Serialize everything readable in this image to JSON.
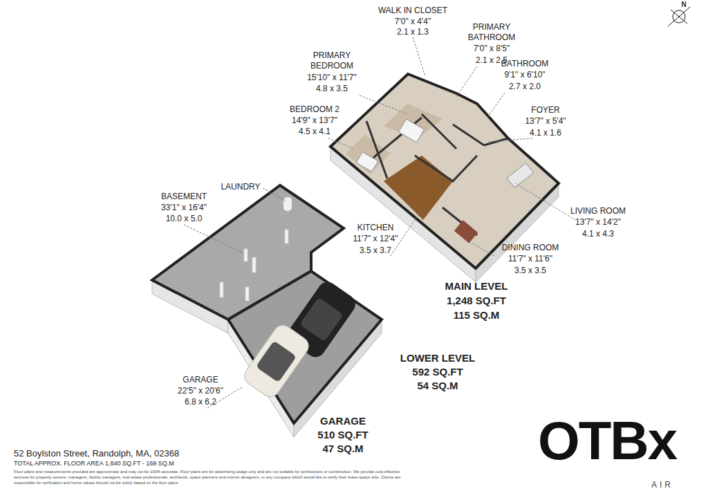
{
  "diagram": {
    "labels": [
      "WALK IN CLOSET",
      "7'0\" x 4'4\"",
      "2.1 x 1.3",
      "PRIMARY BATHROOM",
      "7'0\" x 8'5\"",
      "2.1 x 2.5",
      "PRIMARY BEDROOM",
      "15'10\" x 11'7\"",
      "4.8 x 3.5",
      "BATHROOM",
      "9'1\" x 6'10\"",
      "2.7 x 2.0",
      "BEDROOM 2",
      "14'9\" x 13'7\"",
      "4.5 x 4.1",
      "FOYER",
      "13'7\" x 5'4\"",
      "4.1 x 1.6",
      "BASEMENT",
      "33'1\" x 16'4\"",
      "10.0 x 5.0",
      "LAUNDRY",
      "KITCHEN",
      "11'7\" x 12'4\"",
      "3.5 x 3.7",
      "LIVING ROOM",
      "13'7\" x 14'2\"",
      "4.1 x 4.3",
      "DINING ROOM",
      "11'7\" x 11'6\"",
      "3.5 x 3.5",
      "MAIN LEVEL",
      "1,248 SQ.FT",
      "115 SQ.M",
      "LOWER LEVEL",
      "592 SQ.FT",
      "54 SQ.M",
      "GARAGE",
      "22'5\" x 20'6\"",
      "6.8 x 6.2",
      "GARAGE",
      "510 SQ.FT",
      "47 SQ.M",
      "52 Boylston Street, Randolph, MA, 02368",
      "TOTAL APPROX. FLOOR AREA 1,840 SQ.FT - 169 SQ.M",
      "Floor plans and measurements provided are approximate and may not be 100% accurate. Floor plans are for advertising usage only and are not suitable for architecture or construction. We provide cost-effective services for property owners, managers, facility managers, real estate professionals, architects, space planners and interior designers, or any company which would like to verify their lease space size. Clients are responsible for verification and home values should not be solely based on the floor plans",
      "OTBx",
      "AIR",
      "N"
    ]
  }
}
